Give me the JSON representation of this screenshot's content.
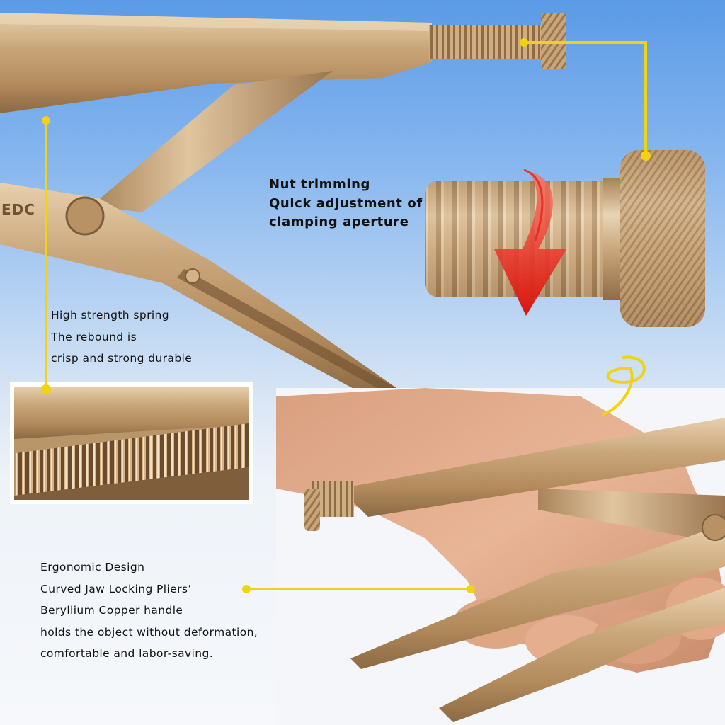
{
  "brand_mark": "EDC",
  "callouts": {
    "nut": {
      "line1": "Nut trimming",
      "line2": "Quick adjustment of",
      "line3": "clamping aperture"
    },
    "spring": {
      "line1": "High strength spring",
      "line2": "The rebound is",
      "line3": "crisp and strong durable"
    },
    "ergonomic": {
      "line1": "Ergonomic Design",
      "line2": "Curved Jaw Locking Pliers’",
      "line3": "Beryllium Copper handle",
      "line4": "holds the object without deformation,",
      "line5": "comfortable and labor-saving."
    }
  },
  "colors": {
    "background_top": "#5b9ae6",
    "background_bottom": "#f6f8fb",
    "beryllium_copper": "#c9a67a",
    "leader_line": "#f2d313",
    "arrow": "#e0231b"
  },
  "icons": {
    "rotation_arrow": "arrow-down-red",
    "leader_dot": "yellow-dot"
  }
}
